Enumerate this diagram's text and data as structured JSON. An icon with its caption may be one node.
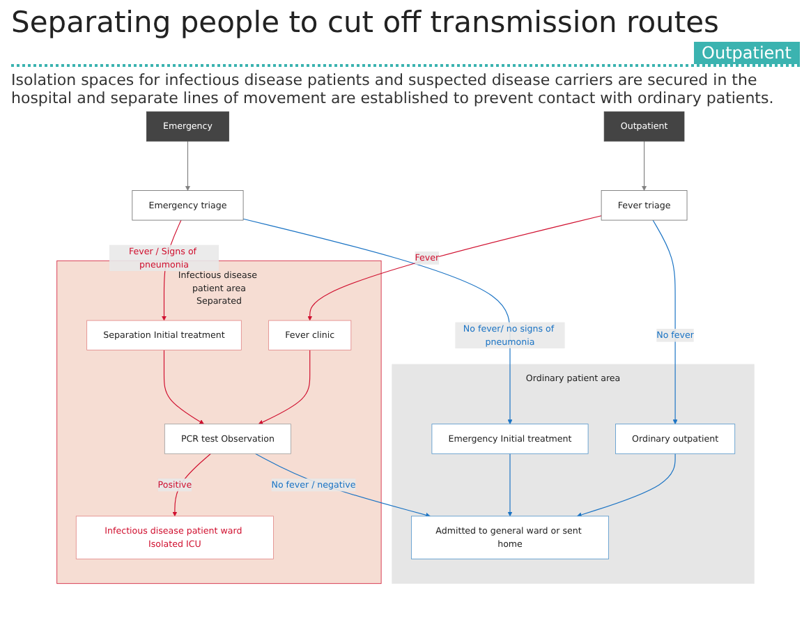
{
  "diagram": {
    "title": "Separating people to cut off transmission routes",
    "nodes": [
      {
        "text": [
          "Infectious disease patient area",
          "Separated"
        ]
      },
      {
        "text": [
          "Infectious disease patient ward Isolated ICU"
        ],
        "in": 0
      },
      {
        "text": [
          "Separation Initial treatment"
        ],
        "in": 0
      },
      {
        "text": [
          "PCR test Observation"
        ],
        "in": 0
      },
      {
        "text": [
          "Fever clinic"
        ],
        "in": 0
      },
      {
        "text": [
          "Ordinary patient area"
        ]
      },
      {
        "text": [
          "Emergency Initial treatment"
        ],
        "in": 5
      },
      {
        "text": [
          "Admitted to general ward or sent home"
        ],
        "in": 5
      },
      {
        "text": [
          "Ordinary outpatient"
        ],
        "in": 5
      },
      {
        "text": [
          "Emergency"
        ]
      },
      {
        "text": [
          "Emergency triage"
        ]
      },
      {
        "text": [
          "Fever triage"
        ]
      },
      {
        "text": [
          "Outpatient"
        ]
      }
    ],
    "edges": [
      {
        "from": 9,
        "to": 10,
        "arrow": "to",
        "color": "#808080"
      },
      {
        "from": 12,
        "to": 11,
        "arrow": "to",
        "color": "#808080"
      },
      {
        "from": 10,
        "to": 2,
        "arrow": "to",
        "label": "Fever / Signs of pneumonia"
      },
      {
        "from": 10,
        "to": 6,
        "arrow": "to",
        "label": "No fever/ no signs of pneumonia",
        "color": "#1a73c4"
      },
      {
        "from": 2,
        "to": 3,
        "arrow": "to"
      },
      {
        "from": 3,
        "to": 1,
        "arrow": "to",
        "label": "Positive"
      },
      {
        "from": 3,
        "to": 7,
        "arrow": "to",
        "label": "No fever / negative",
        "color": "#1a73c4"
      },
      {
        "from": 11,
        "to": 4,
        "arrow": "to",
        "label": "Fever"
      },
      {
        "from": 4,
        "to": 3,
        "arrow": "to"
      },
      {
        "from": 11,
        "to": 8,
        "arrow": "to",
        "label": "No fever",
        "color": "#1a73c4"
      },
      {
        "from": 8,
        "to": 7,
        "arrow": "to",
        "color": "#1a73c4"
      },
      {
        "from": 6,
        "to": 7,
        "arrow": "to",
        "color": "#1a73c4"
      }
    ],
    "labels": [
      "Outpatient",
      "Isolation spaces for infectious disease patients and suspected disease carriers are secured in the hospital and separate lines of movement are established to prevent contact with ordinary patients."
    ]
  }
}
